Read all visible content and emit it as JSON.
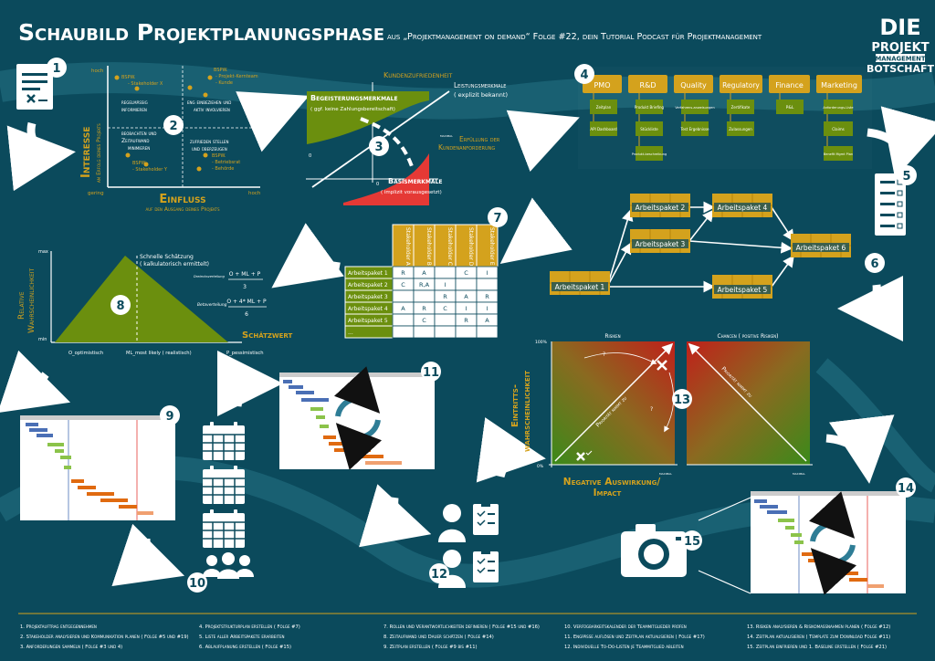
{
  "header": {
    "title": "Schaubild Projektplanungsphase",
    "subtitle": "aus „Projektmanagement on demand“ Folge #22, dein Tutorial Podcast für Projektmanagement"
  },
  "logo": {
    "line1": "DIE",
    "line2": "PROJEKT",
    "line3": "MANAGEMENT",
    "line4": "BOTSCHAFT"
  },
  "stakeholder_matrix": {
    "y_label": "Interesse",
    "y_sub": "am Erfolg deines Projekts",
    "x_label": "Einfluss",
    "x_sub": "auf den Ausgang deines Projekts",
    "hoch_y": "hoch",
    "gering": "gering",
    "hoch_x": "hoch",
    "q_tl_1": "regelmäßig",
    "q_tl_2": "informieren",
    "q_tr_1": "eng einbeziehen und",
    "q_tr_2": "aktiv involvieren",
    "q_bl_1": "beobachten und",
    "q_bl_2": "Zeitaufwand",
    "q_bl_3": "minimieren",
    "q_br_1": "zufrieden stellen",
    "q_br_2": "und überzeugen",
    "tl_ex1": "BSPW.",
    "tl_ex2": "- Stakeholder X",
    "tr_ex1": "BSPW.",
    "tr_ex2": "- Projekt-Kernteam",
    "tr_ex3": "- Kunde",
    "bl_ex1": "BSPW.",
    "bl_ex2": "- Stakeholder Y",
    "br_ex1": "BSPW.",
    "br_ex2": "- Betriebsrat",
    "br_ex3": "- Behörde"
  },
  "kano": {
    "y_label": "Kundenzufriedenheit",
    "x_label_1": "Erfüllung der",
    "x_label_2": "Kundenanforderung",
    "max_x": "maximal",
    "max_y": "maximal",
    "zero_x": "0",
    "zero_y": "0",
    "begeisterung": "Begeisterungsmerkmale",
    "begeisterung_sub": "( ggf. keine Zahlungsbereitschaft)",
    "leistung": "Leistungsmerkmale",
    "leistung_sub": "( explizit bekannt)",
    "basis": "Basismerkmale",
    "basis_sub": "( implizit vorausgesetzt)"
  },
  "org": {
    "roots": [
      "PMO",
      "R&D",
      "Quality",
      "Regulatory",
      "Finance",
      "Marketing"
    ],
    "pmo": [
      "Zeitplan",
      "API Dashboard"
    ],
    "rd": [
      "Produkt Briefing",
      "Stückliste",
      "Produkt-beschreibung"
    ],
    "quality": [
      "Verfahrens-anweisungen",
      "Test Ergebnisse"
    ],
    "regulatory": [
      "Zertifikate",
      "Zulassungen"
    ],
    "finance": [
      "P&L"
    ],
    "marketing": [
      "Anforderungs-Liste",
      "Claims",
      "Benefit Mgmt Plan"
    ]
  },
  "network": {
    "ap1": "Arbeitspaket 1",
    "ap2": "Arbeitspaket 2",
    "ap3": "Arbeitspaket 3",
    "ap4": "Arbeitspaket 4",
    "ap5": "Arbeitspaket 5",
    "ap6": "Arbeitspaket 6"
  },
  "raci": {
    "headers": [
      "Stakeholder A",
      "Stakeholder B",
      "Stakeholder C",
      "Stakeholder D",
      "Stakeholder E"
    ],
    "rows": [
      {
        "label": "Arbeitspaket 1",
        "cells": [
          "R",
          "A",
          "",
          "C",
          "I"
        ]
      },
      {
        "label": "Arbeitspaket 2",
        "cells": [
          "C",
          "R,A",
          "I",
          "",
          ""
        ]
      },
      {
        "label": "Arbeitspaket 3",
        "cells": [
          "",
          "",
          "R",
          "A",
          "R"
        ]
      },
      {
        "label": "Arbeitspaket 4",
        "cells": [
          "A",
          "R",
          "C",
          "I",
          "I"
        ]
      },
      {
        "label": "Arbeitspaket 5",
        "cells": [
          "",
          "C",
          "",
          "R",
          "A"
        ]
      },
      {
        "label": "...",
        "cells": [
          "",
          "",
          "",
          "",
          ""
        ]
      }
    ]
  },
  "pert": {
    "y_label_1": "Relative",
    "y_label_2": "Wahrscheinlichkeit",
    "x_label": "Schätzwert",
    "max": "max",
    "min": "min",
    "xo": "O_optimistisch",
    "xm": "ML_most likely ( realistisch)",
    "xp": "P_pessimistisch",
    "note1": "Schnelle Schätzung",
    "note2": "( kalkulatorisch ermittelt)",
    "label_eng": "Dreiecksverteilung",
    "f1_num": "O + ML + P",
    "f1_den": "3",
    "label_bvert": "Betaverteilung",
    "f2_num": "O + 4* ML + P",
    "f2_den": "6"
  },
  "risk": {
    "title_risk": "Risiken",
    "title_chance": "Chancen ( positive Risiken)",
    "y_label_1": "Eintritts-",
    "y_label_2": "wahrscheinlichkeit",
    "x_label_1": "Negative Auswirkung/",
    "x_label_2": "Impact",
    "y100": "100%",
    "y0": "0%",
    "xmax": "maximal",
    "xmax2": "maximal",
    "prio": "Priorität nimmt zu",
    "prio2": "Priorität nimmt zu",
    "q1": "?",
    "q2": "?"
  },
  "numbers": [
    "1",
    "2",
    "3",
    "4",
    "5",
    "6",
    "7",
    "8",
    "9",
    "10",
    "11",
    "12",
    "13",
    "14",
    "15"
  ],
  "legend": [
    "1.   Projektauftrag entgegennehmen",
    "2.   Stakeholder analysieren und Kommunikation planen ( Folge #5 und #19)",
    "3.   Anforderungen sammeln ( Folge #3 und 4)",
    "4.   Projektstrukturplan erstellen ( Folge #7)",
    "5.   Liste aller Arbeitspakete erarbeiten",
    "6.   Ablaufplanung erstellen ( Folge #15)",
    "7.   Rollen und Verantwortlichkeiten definieren ( Folge #15 und #16)",
    "8.   Zeitaufwand und Dauer schätzen ( Folge #14)",
    "9.   Zeitplan erstellen ( Folge #9 bis #11)",
    "10.  Verfügbarkeitskalender der Teammitglieder prüfen",
    "11.  Engpässe auflösen und Zeitplan aktualisieren ( Folge #17)",
    "12.  Individuelle To-Do-Listen je Teammitglied ableiten",
    "13.  Risiken analysieren & Risikomaßnahmen planen ( Folge #12)",
    "14.  Zeitplan aktualisieren ( Template zum Download Folge #11)",
    "15.  Zeitplan einfrieren und 1. Baseline erstellen ( Folge #21)"
  ],
  "colors": {
    "background": "#0b4a5c",
    "gold": "#d4a21d",
    "green": "#6b8f0e",
    "red": "#e53935",
    "orange": "#e06a10",
    "blue": "#4a6fb5",
    "light_green": "#8bc34a"
  }
}
